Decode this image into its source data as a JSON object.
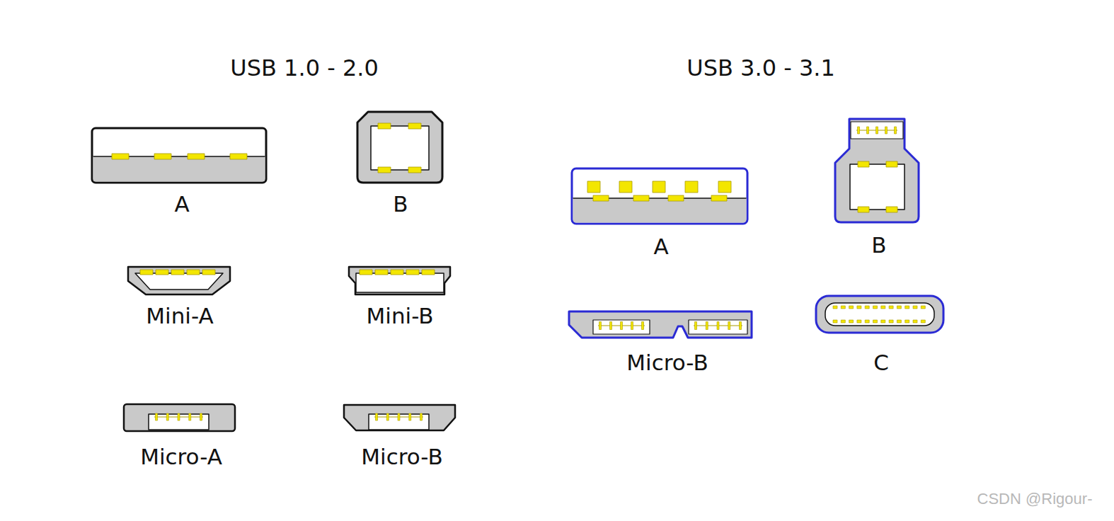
{
  "diagram": {
    "labels": [
      "USB 1.0 - 2.0",
      "USB 3.0 - 3.1",
      "A",
      "B",
      "Mini-A",
      "Mini-B",
      "Micro-A",
      "Micro-B",
      "A",
      "B",
      "Micro-B",
      "C",
      "CSDN @Rigour-"
    ]
  }
}
